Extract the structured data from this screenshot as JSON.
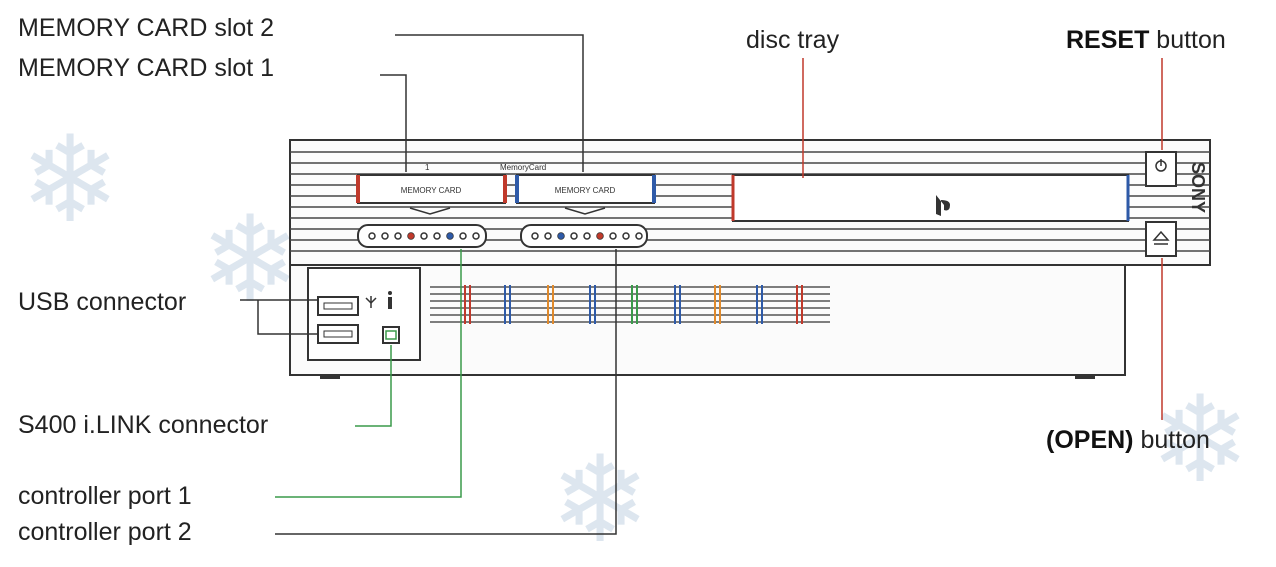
{
  "labels": {
    "memory_card_slot_2": "MEMORY CARD slot 2",
    "memory_card_slot_1": "MEMORY CARD slot 1",
    "disc_tray": "disc tray",
    "reset_bold": "RESET",
    "reset_rest": " button",
    "usb_connector": "USB connector",
    "ilink_connector": "S400 i.LINK connector",
    "open_bold": "(OPEN)",
    "open_rest": " button",
    "controller_port_1": "controller port 1",
    "controller_port_2": "controller port 2"
  },
  "console": {
    "slot_label_1": "MEMORY CARD",
    "slot_label_2": "MEMORY CARD",
    "brand": "SONY",
    "slot_number_small": "1",
    "slot_header_small": "MemoryCard"
  },
  "colors": {
    "leader_red": "#c0392b",
    "leader_blue": "#2e5aa8",
    "leader_green": "#3a9a4a",
    "outline": "#333333",
    "snowflake": "#dde6ef"
  }
}
